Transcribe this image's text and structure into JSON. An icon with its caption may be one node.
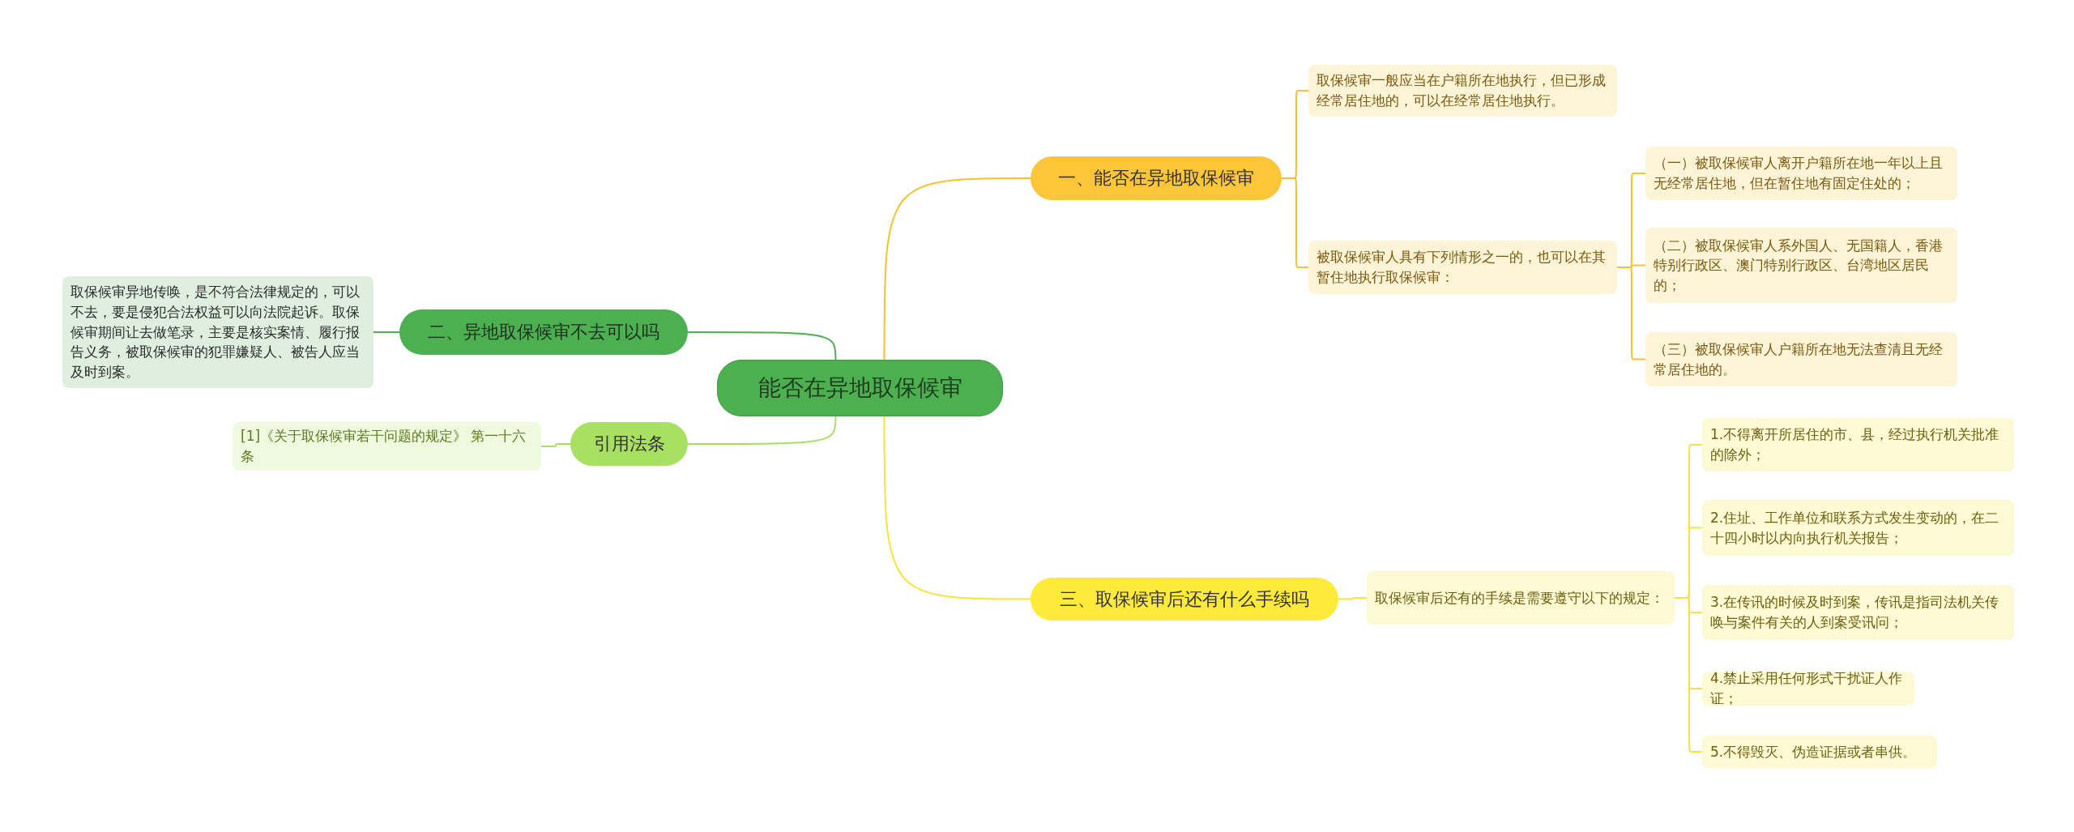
{
  "diagram": {
    "nodes": [
      {
        "text": [
          "能否在异地取保候审"
        ]
      },
      {
        "text": [
          "一、能否在异地取保候审"
        ]
      },
      {
        "text": [
          "取保候审一般应当在户籍所在地执行，但已形成经常居住地的，可以在经常居住地执行。"
        ]
      },
      {
        "text": [
          "被取保候审人具有下列情形之一的，也可以在其暂住地执行取保候审："
        ]
      },
      {
        "text": [
          "（一）被取保候审人离开户籍所在地一年以上且无经常居住地，但在暂住地有固定住处的；"
        ]
      },
      {
        "text": [
          "（二）被取保候审人系外国人、无国籍人，香港特别行政区、澳门特别行政区、台湾地区居民的；"
        ]
      },
      {
        "text": [
          "（三）被取保候审人户籍所在地无法查清且无经常居住地的。"
        ]
      },
      {
        "text": [
          "三、取保候审后还有什么手续吗"
        ]
      },
      {
        "text": [
          "取保候审后还有的手续是需要遵守以下的规定："
        ]
      },
      {
        "text": [
          "1.不得离开所居住的市、县，经过执行机关批准的除外；"
        ]
      },
      {
        "text": [
          "2.住址、工作单位和联系方式发生变动的，在二十四小时以内向执行机关报告；"
        ]
      },
      {
        "text": [
          "3.在传讯的时候及时到案，传讯是指司法机关传唤与案件有关的人到案受讯问；"
        ]
      },
      {
        "text": [
          "4.禁止采用任何形式干扰证人作证；"
        ]
      },
      {
        "text": [
          "5.不得毁灭、伪造证据或者串供。"
        ]
      },
      {
        "text": [
          "二、异地取保候审不去可以吗"
        ]
      },
      {
        "text": [
          "取保候审异地传唤，是不符合法律规定的，可以不去，要是侵犯合法权益可以向法院起诉。取保候审期间让去做笔录，主要是核实案情、履行报告义务，被取保候审的犯罪嫌疑人、被告人应当及时到案。"
        ]
      },
      {
        "text": [
          "引用法条"
        ]
      },
      {
        "text": [
          "[1]《关于取保候审若干问题的规定》 第一十六条"
        ]
      }
    ],
    "edges": [
      {
        "from": 0,
        "to": 1,
        "arrow": "none",
        "color": "#f2c230"
      },
      {
        "from": 1,
        "to": 2,
        "arrow": "none",
        "color": "#f2c230"
      },
      {
        "from": 1,
        "to": 3,
        "arrow": "none",
        "color": "#f2c230"
      },
      {
        "from": 3,
        "to": 4,
        "arrow": "none",
        "color": "#f2c230"
      },
      {
        "from": 3,
        "to": 5,
        "arrow": "none",
        "color": "#f2c230"
      },
      {
        "from": 3,
        "to": 6,
        "arrow": "none",
        "color": "#f2c230"
      },
      {
        "from": 0,
        "to": 7,
        "arrow": "none"
      },
      {
        "from": 7,
        "to": 8,
        "arrow": "none"
      },
      {
        "from": 8,
        "to": 9,
        "arrow": "none"
      },
      {
        "from": 8,
        "to": 10,
        "arrow": "none"
      },
      {
        "from": 8,
        "to": 11,
        "arrow": "none"
      },
      {
        "from": 8,
        "to": 12,
        "arrow": "none"
      },
      {
        "from": 8,
        "to": 13,
        "arrow": "none"
      },
      {
        "from": 0,
        "to": 14,
        "arrow": "none",
        "color": "#4caf50"
      },
      {
        "from": 14,
        "to": 15,
        "arrow": "none",
        "color": "#4caf50"
      },
      {
        "from": 0,
        "to": 16,
        "arrow": "none",
        "color": "#a8e063"
      },
      {
        "from": 16,
        "to": 17,
        "arrow": "none",
        "color": "#a8e063"
      }
    ]
  }
}
